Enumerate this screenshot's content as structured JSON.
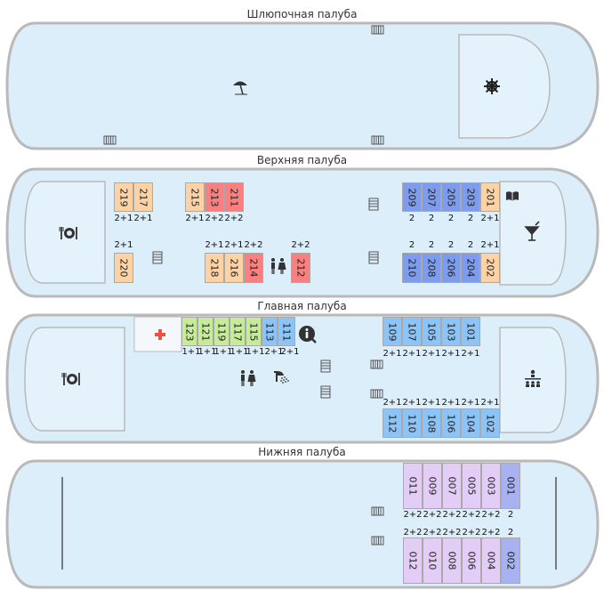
{
  "decks": [
    {
      "id": "boat",
      "title": "Шлюпочная палуба"
    },
    {
      "id": "upper",
      "title": "Верхняя палуба"
    },
    {
      "id": "main",
      "title": "Главная палуба"
    },
    {
      "id": "lower",
      "title": "Нижняя палуба"
    }
  ],
  "colors": {
    "deck_fill": "#dceefa",
    "hull_stroke": "#b9b9b9",
    "zone_fill": "#e4f2fb",
    "peach": "#fdd3a5",
    "red": "#f88080",
    "blue": "#7e9cee",
    "green": "#c6ec9a",
    "lightblue": "#8cc4f7",
    "lilac": "#e3cdf6",
    "lavender": "#a8b2f0",
    "medical": "#e8543f",
    "icon": "#333333"
  },
  "cabins": [
    {
      "n": "219",
      "berth": "2+1",
      "color": "peach"
    },
    {
      "n": "217",
      "berth": "2+1",
      "color": "peach"
    },
    {
      "n": "220",
      "berth": "2+1",
      "color": "peach"
    },
    {
      "n": "215",
      "berth": "2+1",
      "color": "peach"
    },
    {
      "n": "213",
      "berth": "2+2",
      "color": "red"
    },
    {
      "n": "211",
      "berth": "2+2",
      "color": "red"
    },
    {
      "n": "218",
      "berth": "2+1",
      "color": "peach"
    },
    {
      "n": "216",
      "berth": "2+1",
      "color": "peach"
    },
    {
      "n": "214",
      "berth": "2+2",
      "color": "red"
    },
    {
      "n": "212",
      "berth": "2+2",
      "color": "red"
    },
    {
      "n": "209",
      "berth": "2",
      "color": "blue"
    },
    {
      "n": "207",
      "berth": "2",
      "color": "blue"
    },
    {
      "n": "205",
      "berth": "2",
      "color": "blue"
    },
    {
      "n": "203",
      "berth": "2",
      "color": "blue"
    },
    {
      "n": "201",
      "berth": "2+1",
      "color": "peach"
    },
    {
      "n": "210",
      "berth": "2",
      "color": "blue"
    },
    {
      "n": "208",
      "berth": "2",
      "color": "blue"
    },
    {
      "n": "206",
      "berth": "2",
      "color": "blue"
    },
    {
      "n": "204",
      "berth": "2",
      "color": "blue"
    },
    {
      "n": "202",
      "berth": "2+1",
      "color": "peach"
    },
    {
      "n": "123",
      "berth": "1+1",
      "color": "green"
    },
    {
      "n": "121",
      "berth": "1+1",
      "color": "green"
    },
    {
      "n": "119",
      "berth": "1+1",
      "color": "green"
    },
    {
      "n": "117",
      "berth": "1+1",
      "color": "green"
    },
    {
      "n": "115",
      "berth": "1+1",
      "color": "green"
    },
    {
      "n": "113",
      "berth": "2+1",
      "color": "lightblue"
    },
    {
      "n": "111",
      "berth": "2+1",
      "color": "lightblue"
    },
    {
      "n": "109",
      "berth": "2+1",
      "color": "lightblue"
    },
    {
      "n": "107",
      "berth": "2+1",
      "color": "lightblue"
    },
    {
      "n": "105",
      "berth": "2+1",
      "color": "lightblue"
    },
    {
      "n": "103",
      "berth": "2+1",
      "color": "lightblue"
    },
    {
      "n": "101",
      "berth": "2+1",
      "color": "lightblue"
    },
    {
      "n": "112",
      "berth": "2+1",
      "color": "lightblue"
    },
    {
      "n": "110",
      "berth": "2+1",
      "color": "lightblue"
    },
    {
      "n": "108",
      "berth": "2+1",
      "color": "lightblue"
    },
    {
      "n": "106",
      "berth": "2+1",
      "color": "lightblue"
    },
    {
      "n": "104",
      "berth": "2+1",
      "color": "lightblue"
    },
    {
      "n": "102",
      "berth": "2+1",
      "color": "lightblue"
    },
    {
      "n": "011",
      "berth": "2+2",
      "color": "lilac"
    },
    {
      "n": "009",
      "berth": "2+2",
      "color": "lilac"
    },
    {
      "n": "007",
      "berth": "2+2",
      "color": "lilac"
    },
    {
      "n": "005",
      "berth": "2+2",
      "color": "lilac"
    },
    {
      "n": "003",
      "berth": "2+2",
      "color": "lilac"
    },
    {
      "n": "001",
      "berth": "2",
      "color": "lavender"
    },
    {
      "n": "012",
      "berth": "2+2",
      "color": "lilac"
    },
    {
      "n": "010",
      "berth": "2+2",
      "color": "lilac"
    },
    {
      "n": "008",
      "berth": "2+2",
      "color": "lilac"
    },
    {
      "n": "006",
      "berth": "2+2",
      "color": "lilac"
    },
    {
      "n": "004",
      "berth": "2+2",
      "color": "lilac"
    },
    {
      "n": "002",
      "berth": "2",
      "color": "lavender"
    }
  ],
  "facilities": [
    {
      "name": "beach-umbrella-icon"
    },
    {
      "name": "helm-wheel-icon"
    },
    {
      "name": "restaurant-icon"
    },
    {
      "name": "restaurant-icon"
    },
    {
      "name": "library-book-icon"
    },
    {
      "name": "bar-cocktail-icon"
    },
    {
      "name": "toilet-icon"
    },
    {
      "name": "toilet-icon"
    },
    {
      "name": "shower-icon"
    },
    {
      "name": "info-icon"
    },
    {
      "name": "medical-cross-icon"
    },
    {
      "name": "conference-hall-icon"
    }
  ]
}
